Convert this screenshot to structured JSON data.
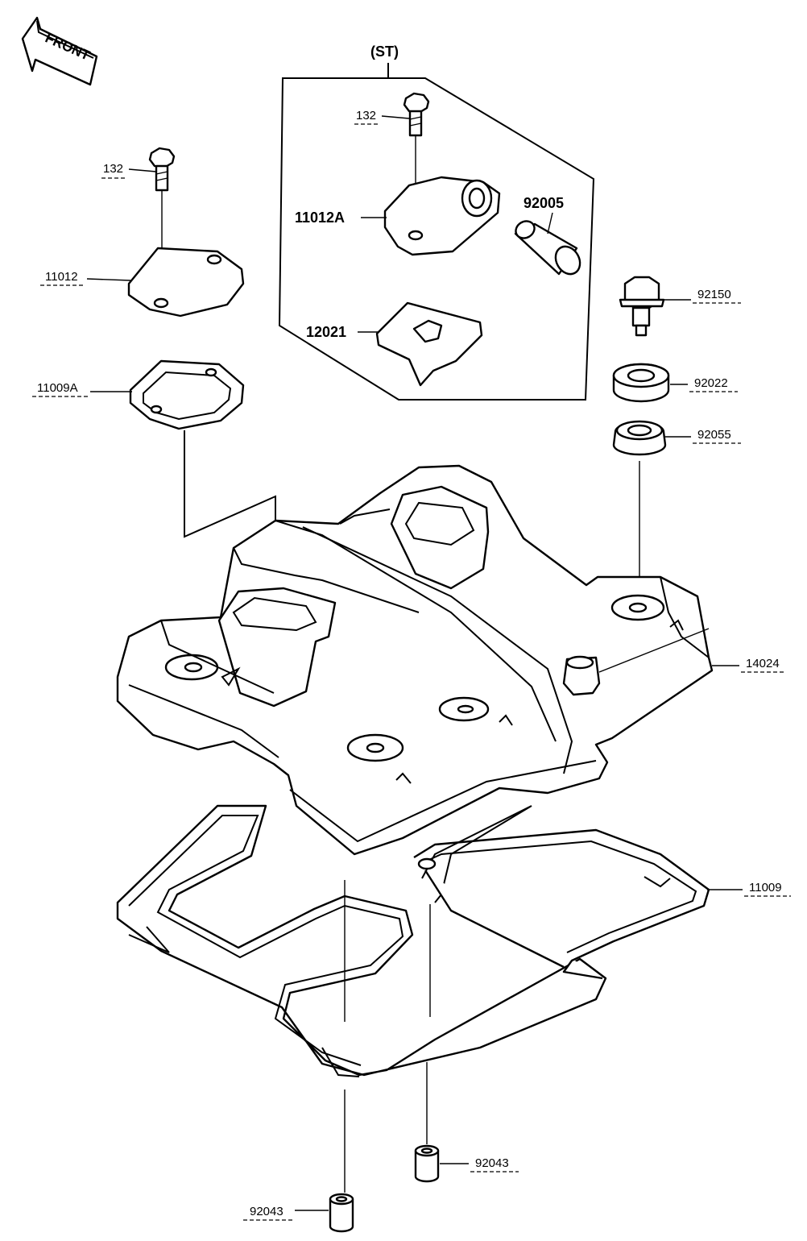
{
  "front_arrow": {
    "label": "FRONT"
  },
  "kit": {
    "label": "(ST)"
  },
  "callouts": [
    {
      "id": "132-top",
      "text": "132"
    },
    {
      "id": "132-left",
      "text": "132"
    },
    {
      "id": "11012A",
      "text": "11012A"
    },
    {
      "id": "92005",
      "text": "92005"
    },
    {
      "id": "12021",
      "text": "12021"
    },
    {
      "id": "11012",
      "text": "11012"
    },
    {
      "id": "11009A",
      "text": "11009A"
    },
    {
      "id": "92150",
      "text": "92150"
    },
    {
      "id": "92022",
      "text": "92022"
    },
    {
      "id": "92055",
      "text": "92055"
    },
    {
      "id": "14024",
      "text": "14024"
    },
    {
      "id": "11009",
      "text": "11009"
    },
    {
      "id": "92043-right",
      "text": "92043"
    },
    {
      "id": "92043-left",
      "text": "92043"
    }
  ]
}
